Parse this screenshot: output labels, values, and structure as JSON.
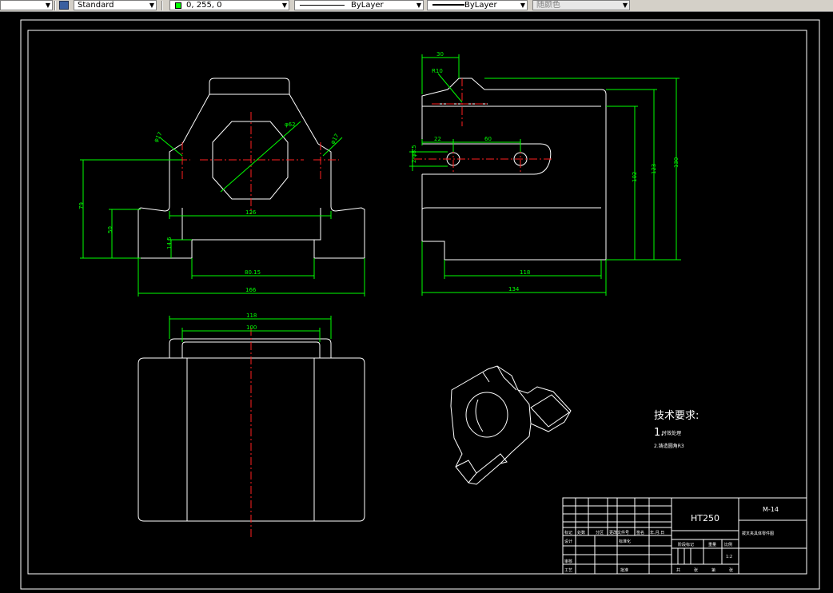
{
  "toolbar": {
    "text_style": "Standard",
    "color": "0, 255, 0",
    "color_hex": "#00ff00",
    "linetype": "ByLayer",
    "lineweight": "ByLayer",
    "plot_style": "随颜色"
  },
  "drawing": {
    "dims": {
      "front_left_small": "φ17",
      "front_right_small": "φ17",
      "front_bore": "φ62",
      "front_width_126": "126",
      "front_height_79": "79",
      "front_height_50": "50",
      "front_height_14": "14.5",
      "front_base_bottom": "80.15",
      "front_overall": "166",
      "side_top_30": "30",
      "side_r10": "R10",
      "side_22": "22",
      "side_60": "60",
      "side_hole": "2-φ8.5",
      "side_h1": "102",
      "side_h2": "123",
      "side_h3": "130",
      "side_118": "118",
      "side_overall": "134",
      "top_118": "118",
      "top_100": "100"
    },
    "tech_requirements": {
      "heading": "技术要求:",
      "item1_num": "1.",
      "item1_text": "时效处理",
      "item2_text": "2.铸造圆角R3"
    },
    "title_block": {
      "material": "HT250",
      "code": "M-14",
      "part_name": "拨叉夹具体零件图",
      "row_labels": [
        "标记",
        "处数",
        "分区",
        "更改文件号",
        "签名",
        "年.月.日"
      ],
      "design": "设计",
      "standardize": "标准化",
      "stage_mark": "阶段标记",
      "weight": "重量",
      "scale": "比例",
      "scale_value": "1:2",
      "review": "审核",
      "process": "工艺",
      "approve": "批准",
      "sheets_total": "共",
      "sheets_total_unit": "张",
      "sheet_num": "第",
      "sheet_num_unit": "张"
    }
  }
}
